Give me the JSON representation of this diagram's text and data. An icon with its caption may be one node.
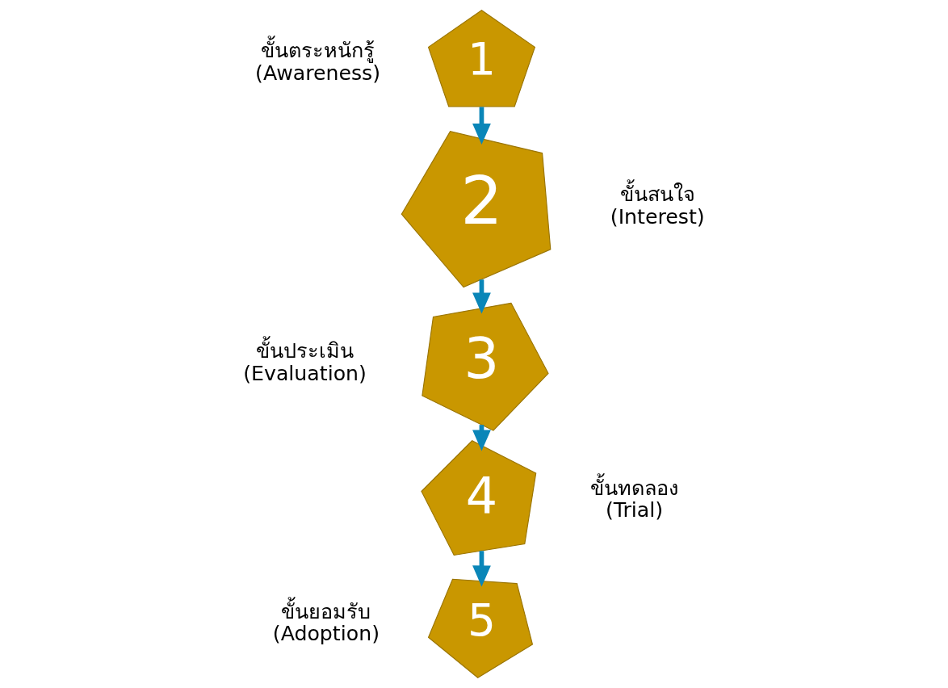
{
  "diagram": {
    "nodes": [
      {
        "text": [
          "1"
        ],
        "beside": [
          "ขั้นตระหนักรู้",
          "(Awareness)"
        ]
      },
      {
        "text": [
          "2"
        ],
        "beside": [
          "ขั้นสนใจ",
          "(Interest)"
        ]
      },
      {
        "text": [
          "3"
        ],
        "beside": [
          "ขั้นประเมิน",
          "(Evaluation)"
        ]
      },
      {
        "text": [
          "4"
        ],
        "beside": [
          "ขั้นทดลอง",
          "(Trial)"
        ]
      },
      {
        "text": [
          "5"
        ],
        "beside": [
          "ขั้นยอมรับ",
          "(Adoption)"
        ]
      }
    ],
    "edges": [
      {
        "from": 0,
        "to": 1,
        "arrow": "to"
      },
      {
        "from": 1,
        "to": 2,
        "arrow": "to"
      },
      {
        "from": 2,
        "to": 3,
        "arrow": "to"
      },
      {
        "from": 3,
        "to": 4,
        "arrow": "to"
      }
    ]
  }
}
